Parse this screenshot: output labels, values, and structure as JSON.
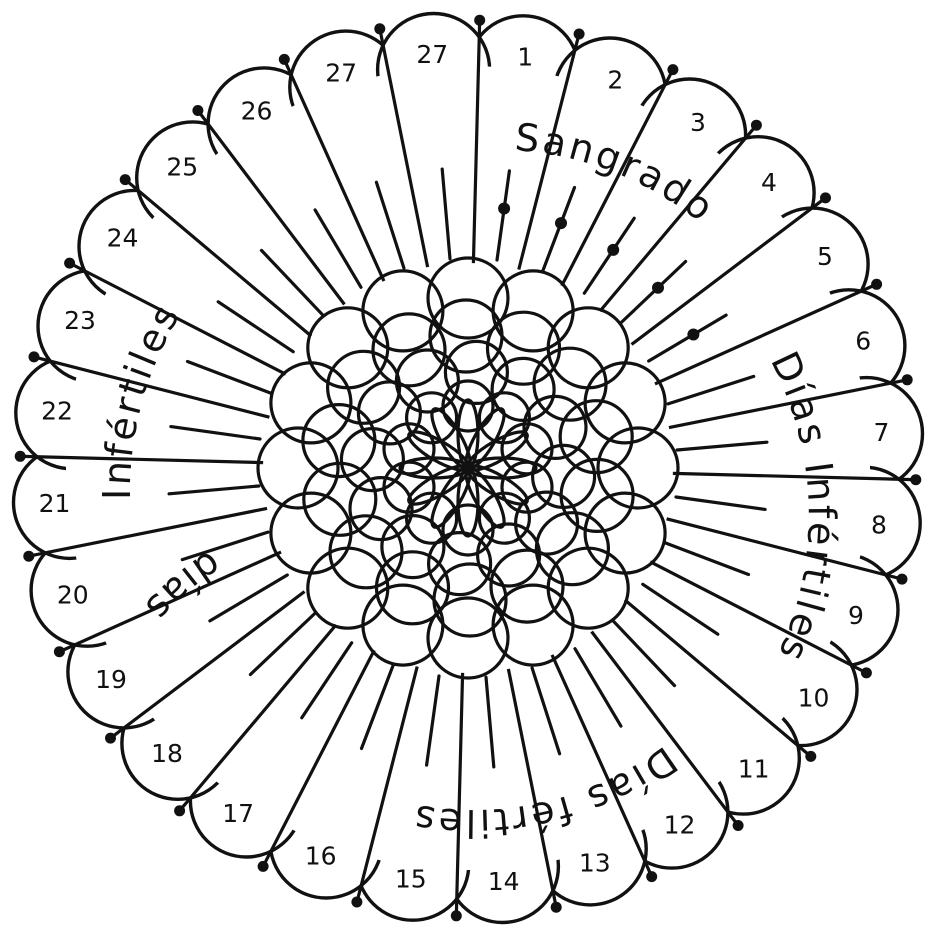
{
  "wheel": {
    "day_numbers": [
      "1",
      "2",
      "3",
      "4",
      "5",
      "6",
      "7",
      "8",
      "9",
      "10",
      "11",
      "12",
      "13",
      "14",
      "15",
      "16",
      "17",
      "18",
      "19",
      "20",
      "21",
      "22",
      "23",
      "24",
      "25",
      "26",
      "27",
      "27"
    ],
    "labels": {
      "bleeding": "Sangrado",
      "infertile_right": "Días Infértiles",
      "fertile_bottom": "Días fértiles",
      "infertile_left_top": "Infértiles",
      "infertile_left_bottom": "días"
    },
    "colors": {
      "ink": "#111111",
      "paper": "#ffffff"
    }
  }
}
